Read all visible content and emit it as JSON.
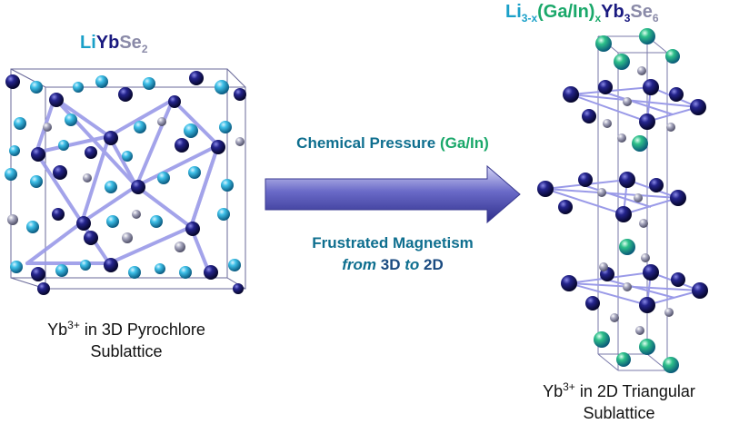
{
  "left_formula": {
    "li": "Li",
    "yb": "Yb",
    "se": "Se",
    "se_sub": "2"
  },
  "right_formula": {
    "li": "Li",
    "li_sub": "3-x",
    "gain": "(Ga/In)",
    "gain_sub": "x",
    "yb": "Yb",
    "yb_sub": "3",
    "se": "Se",
    "se_sub": "6"
  },
  "left_caption": {
    "ion": "Yb",
    "charge": "3+",
    "line1_rest": " in 3D Pyrochlore",
    "line2": "Sublattice"
  },
  "right_caption": {
    "ion": "Yb",
    "charge": "3+",
    "line1_rest": " in 2D Triangular",
    "line2": "Sublattice"
  },
  "arrow_top": {
    "main": "Chemical Pressure ",
    "ga": "(Ga/In)"
  },
  "arrow_bottom": {
    "line1": "Frustrated Magnetism",
    "from": "from",
    "d3": "3D",
    "to": "to",
    "d2": "2D"
  },
  "colors": {
    "li": "#1aa0c8",
    "yb": "#1a1a80",
    "se": "#8a8aa8",
    "ga": "#1aa86a",
    "teal_text": "#0f6f8f",
    "arrow": "#5a5ab8",
    "bond": "#9a9ae8"
  }
}
